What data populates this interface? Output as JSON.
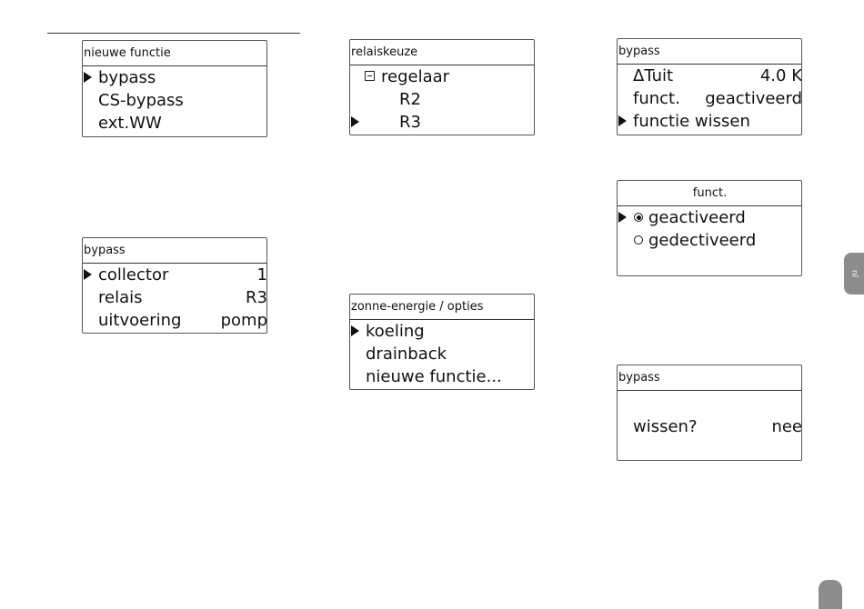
{
  "screens": {
    "nieuwe_functie": {
      "title": "nieuwe functie",
      "items": [
        "bypass",
        "CS-bypass",
        "ext.WW"
      ]
    },
    "relaiskeuze": {
      "title": "relaiskeuze",
      "items": [
        "regelaar",
        "R2",
        "R3"
      ]
    },
    "bypass_menu": {
      "title": "bypass",
      "rows": [
        {
          "label": "ΔTuit",
          "value": "4.0 K"
        },
        {
          "label": "funct.",
          "value": "geactiveerd"
        },
        {
          "label": "functie wissen",
          "value": ""
        }
      ]
    },
    "funct": {
      "title": "funct.",
      "options": [
        "geactiveerd",
        "gedectiveerd"
      ]
    },
    "bypass_settings": {
      "title": "bypass",
      "rows": [
        {
          "label": "collector",
          "value": "1"
        },
        {
          "label": "relais",
          "value": "R3"
        },
        {
          "label": "uitvoering",
          "value": "pomp"
        }
      ]
    },
    "zonne_energie": {
      "title": "zonne-energie / opties",
      "items": [
        "koeling",
        "drainback",
        "nieuwe functie..."
      ]
    },
    "bypass_wissen": {
      "title": "bypass",
      "question": "wissen?",
      "answer": "nee"
    }
  },
  "side_tab": {
    "label": "nl"
  },
  "icons": [
    "pointer-icon",
    "collapse-minus-icon",
    "radio-selected-icon",
    "radio-unselected-icon"
  ]
}
